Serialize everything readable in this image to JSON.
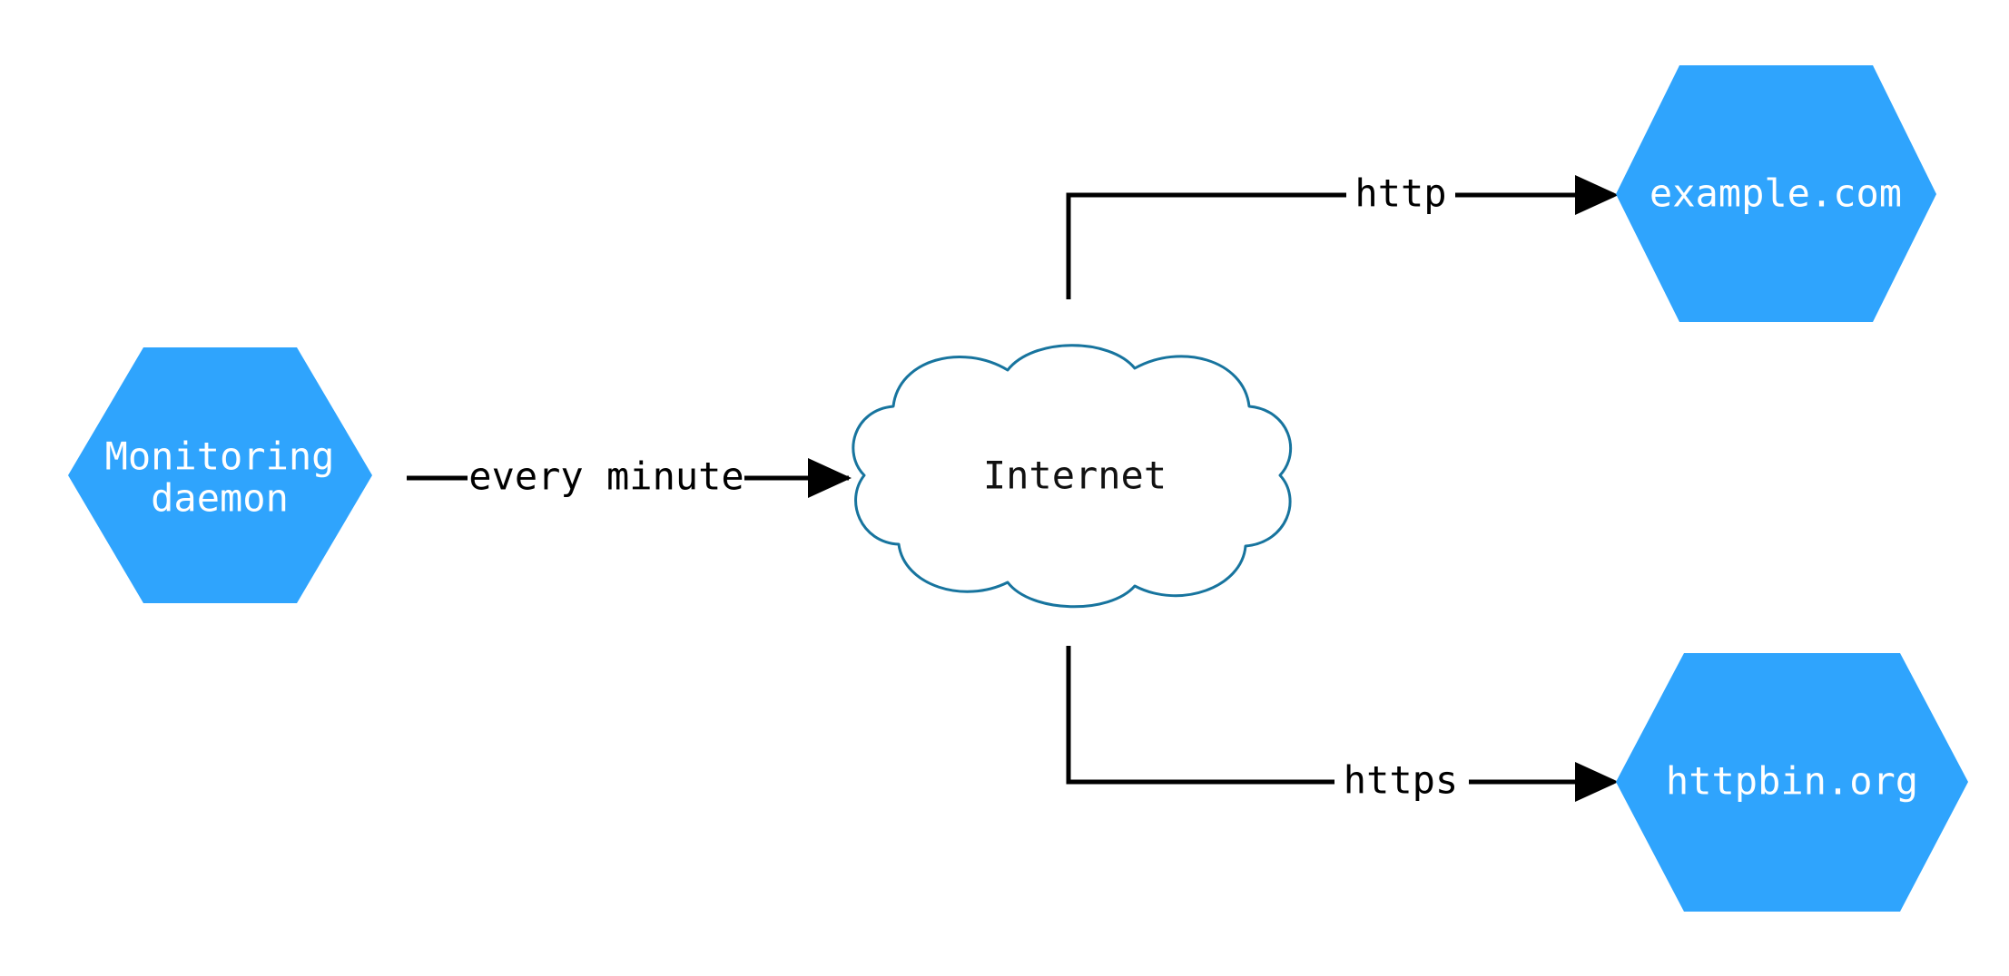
{
  "diagram": {
    "type": "network-flow-diagram",
    "background_color": "#ffffff",
    "node_fill_color": "#2FA4FD",
    "node_text_color": "#ffffff",
    "cloud_stroke_color": "#17749E",
    "edge_color": "#000000",
    "nodes": [
      {
        "id": "monitoring-daemon",
        "shape": "hexagon",
        "line1": "Monitoring",
        "line2": "daemon"
      },
      {
        "id": "internet",
        "shape": "cloud",
        "label": "Internet"
      },
      {
        "id": "example-com",
        "shape": "hexagon",
        "label": "example.com"
      },
      {
        "id": "httpbin-org",
        "shape": "hexagon",
        "label": "httpbin.org"
      }
    ],
    "edges": [
      {
        "id": "daemon-to-internet",
        "from": "monitoring-daemon",
        "to": "internet",
        "label": "every minute"
      },
      {
        "id": "internet-to-example",
        "from": "internet",
        "to": "example-com",
        "label": "http"
      },
      {
        "id": "internet-to-httpbin",
        "from": "internet",
        "to": "httpbin-org",
        "label": "https"
      }
    ]
  }
}
